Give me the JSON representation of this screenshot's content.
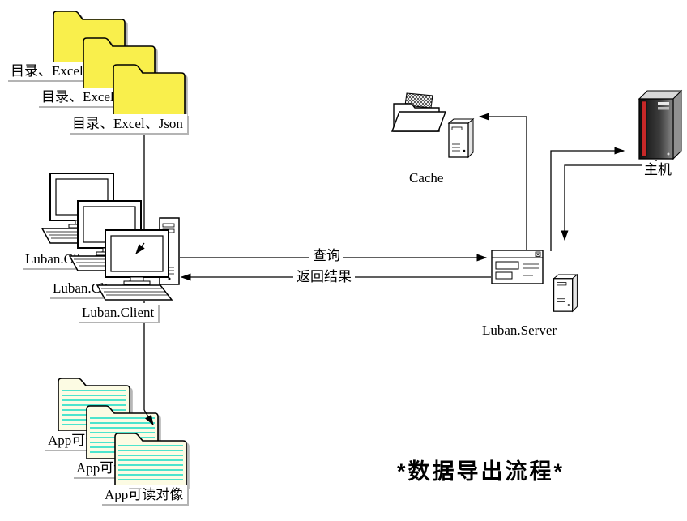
{
  "diagram": {
    "title": "*数据导出流程*",
    "colors": {
      "folder_yellow": "#F9EF4C",
      "doc_fill": "#FCFBE3",
      "doc_line": "#12DCC6",
      "host_red": "#C62828",
      "connector": "#000000"
    },
    "folder_stack": {
      "labels": [
        "目录、Excel、Json",
        "目录、Excel、Json",
        "目录、Excel、Json"
      ]
    },
    "client_stack": {
      "labels": [
        "Luban.Client",
        "Luban.Client",
        "Luban.Client"
      ]
    },
    "doc_stack": {
      "labels": [
        "App可读对像",
        "App可读对像",
        "App可读对像"
      ]
    },
    "cache": {
      "label": "Cache"
    },
    "host": {
      "label": "主机"
    },
    "server": {
      "label": "Luban.Server"
    },
    "edges": {
      "query_label": "查询",
      "result_label": "返回结果"
    }
  }
}
